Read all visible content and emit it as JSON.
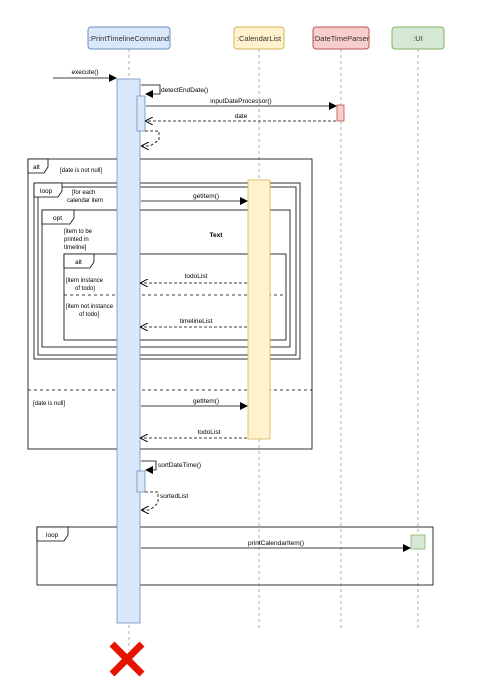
{
  "lifelines": {
    "print_timeline_command": ":PrintTimelineCommand",
    "calendar_list": ":CalendarList",
    "date_time_parser": ":DateTimeParser",
    "ui": ":UI"
  },
  "messages": {
    "execute": "execute()",
    "detect_end_date": "detectEndDate()",
    "input_date_processor": "inputDateProcessor()",
    "date_return": "date",
    "get_item_1": "getItem()",
    "todo_list_1": "todoList",
    "timeline_list": "timelineList",
    "get_item_2": "getItem()",
    "todo_list_2": "todoList",
    "sort_date_time": "sortDateTime()",
    "sorted_list": "sortedList",
    "print_calendar_item": "printCalendarItem()"
  },
  "fragments": {
    "alt_outer": {
      "operator": "alt",
      "guard_1": "[date is not null]",
      "guard_2": "[date is null]"
    },
    "loop_inner": {
      "operator": "loop",
      "guard_line1": "[for each",
      "guard_line2": "calendar item"
    },
    "opt": {
      "operator": "opt",
      "guard_line1": "[item to be",
      "guard_line2": "printed in",
      "guard_line3": "timeline]",
      "note": "Text"
    },
    "alt_inner": {
      "operator": "alt",
      "guard_1_line1": "[item instance",
      "guard_1_line2": "of todo)",
      "guard_2_line1": "[item not instance",
      "guard_2_line2": "of todo]"
    },
    "loop_bottom": {
      "operator": "loop"
    }
  },
  "colors": {
    "ptc_fill": "#dae8fc",
    "ptc_stroke": "#6c8ebf",
    "cl_fill": "#fff2cc",
    "cl_stroke": "#d6b656",
    "dtp_fill": "#f8cecc",
    "dtp_stroke": "#b85450",
    "ui_fill": "#d5e8d4",
    "ui_stroke": "#82b366",
    "destroy": "#e51400"
  }
}
